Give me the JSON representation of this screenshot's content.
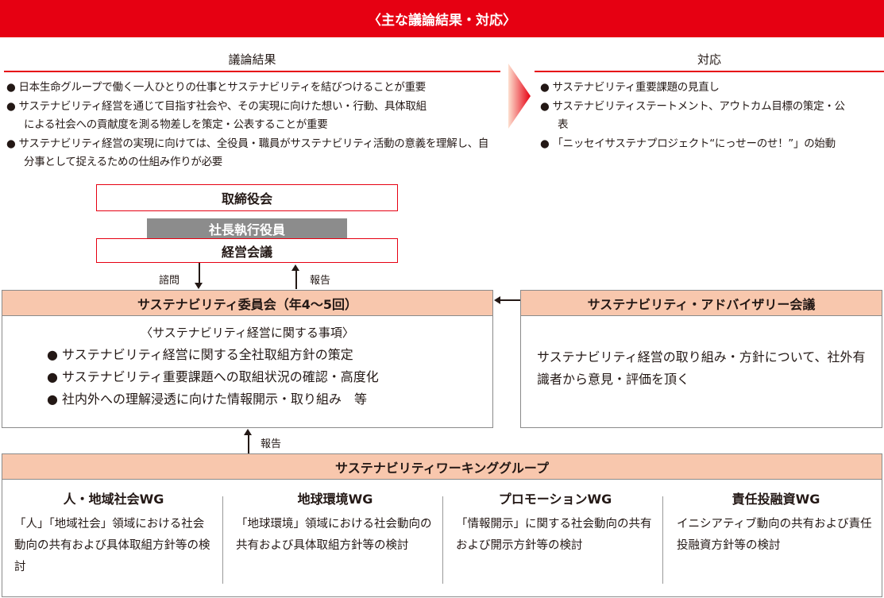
{
  "header": {
    "title": "〈主な議論結果・対応〉"
  },
  "discussion": {
    "title": "議論結果",
    "items": [
      "●  日本生命グループで働く一人ひとりの仕事とサステナビリティを結びつけることが重要",
      "●  サステナビリティ経営を通じて目指す社会や、その実現に向けた想い・行動、具体取組による社会への貢献度を測る物差しを策定・公表することが重要",
      "●  サステナビリティ経営の実現に向けては、全役員・職員がサステナビリティ活動の意義を理解し、自分事として捉えるための仕組み作りが必要"
    ]
  },
  "response": {
    "title": "対応",
    "items": [
      "●  サステナビリティ重要課題の見直し",
      "●  サステナビリティステートメント、アウトカム目標の策定・公表",
      "●  「ニッセイサステナプロジェクト“にっせーのせ！”」の始動"
    ]
  },
  "org": {
    "board": "取締役会",
    "president": "社長執行役員",
    "mgmt": "経営会議",
    "consult": "諮問",
    "report1": "報告",
    "report2": "報告"
  },
  "committee": {
    "title": "サステナビリティ委員会（年4〜5回）",
    "subtitle": "〈サステナビリティ経営に関する事項〉",
    "items": [
      "●  サステナビリティ経営に関する全社取組方針の策定",
      "●  サステナビリティ重要課題への取組状況の確認・高度化",
      "●  社内外への理解浸透に向けた情報開示・取り組み　等"
    ]
  },
  "advisory": {
    "title": "サステナビリティ・アドバイザリー会議",
    "text": "サステナビリティ経営の取り組み・方針について、社外有識者から意見・評価を頂く"
  },
  "wg": {
    "title": "サステナビリティワーキンググループ",
    "groups": [
      {
        "name": "人・地域社会WG",
        "desc": "「人」「地域社会」領域における社会動向の共有および具体取組方針等の検討"
      },
      {
        "name": "地球環境WG",
        "desc": "「地球環境」領域における社会動向の共有および具体取組方針等の検討"
      },
      {
        "name": "プロモーションWG",
        "desc": "「情報開示」に関する社会動向の共有および開示方針等の検討"
      },
      {
        "name": "責任投融資WG",
        "desc": "イニシアティブ動向の共有および責任投融資方針等の検討"
      }
    ]
  }
}
